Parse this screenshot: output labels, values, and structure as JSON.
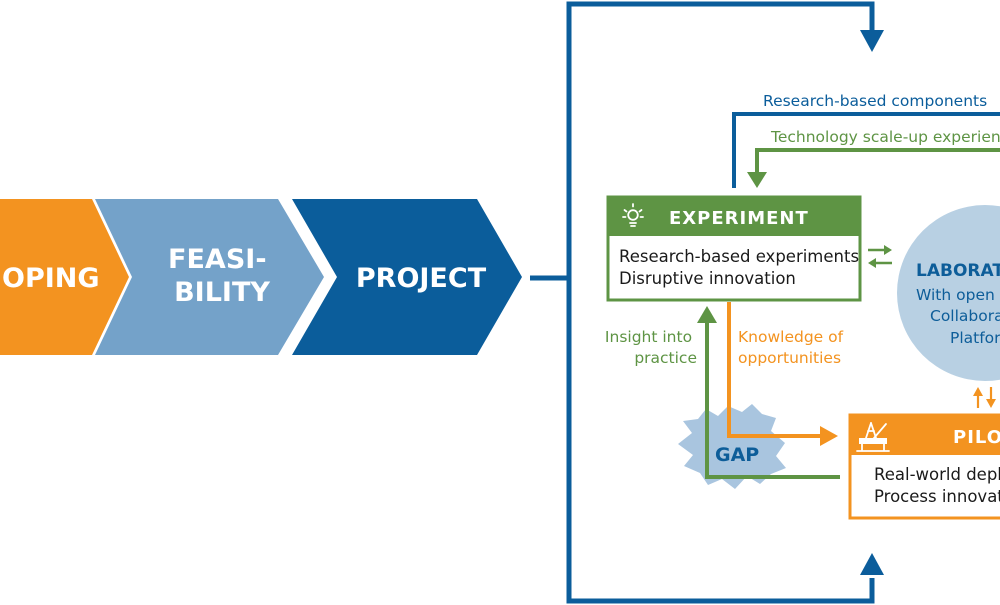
{
  "colors": {
    "orange": "#f39320",
    "light_blue": "#74a2c9",
    "dark_blue": "#0b5d9b",
    "green": "#5e9444",
    "pale_blue": "#b8d0e3",
    "gap_blue": "#a9c5df"
  },
  "stages": [
    {
      "lines": [
        "OPING"
      ]
    },
    {
      "lines": [
        "FEASI-",
        "BILITY"
      ]
    },
    {
      "lines": [
        "PROJECT"
      ]
    }
  ],
  "flows": {
    "research_components": "Research-based components",
    "tech_scaleup": "Technology scale-up experien",
    "insight": [
      "Insight into",
      "practice"
    ],
    "knowledge": [
      "Knowledge of",
      "opportunities"
    ]
  },
  "experiment": {
    "icon": "lightbulb-icon",
    "title": "EXPERIMENT",
    "lines": [
      "Research-based experiments",
      "Disruptive innovation"
    ]
  },
  "laboratory": {
    "title": "LABORAT",
    "lines": [
      "With open",
      "Collabora",
      "Platfor"
    ]
  },
  "pilot": {
    "icon": "oil-rig-icon",
    "title": "PILO",
    "lines": [
      "Real-world deplo",
      "Process innovat"
    ]
  },
  "gap": {
    "label": "GAP"
  }
}
